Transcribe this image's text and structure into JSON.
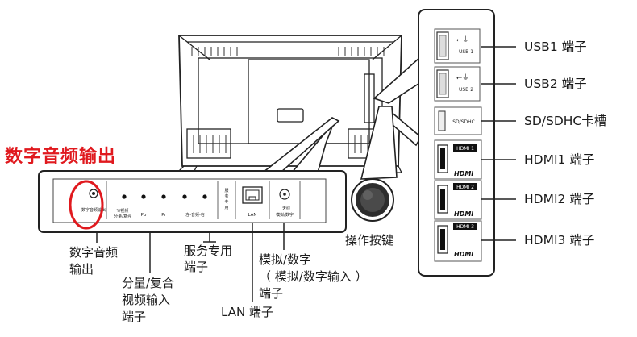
{
  "headline": "数字音频输出",
  "side_ports": [
    {
      "name": "USB1 端子",
      "port_text": "USB 1",
      "type": "usb"
    },
    {
      "name": "USB2 端子",
      "port_text": "USB 2",
      "type": "usb"
    },
    {
      "name": "SD/SDHC卡槽",
      "port_text": "SD/SDHC",
      "type": "sd"
    },
    {
      "name": "HDMI1 端子",
      "port_text": "HDMI 1",
      "type": "hdmi"
    },
    {
      "name": "HDMI2 端子",
      "port_text": "HDMI 2",
      "type": "hdmi"
    },
    {
      "name": "HDMI3 端子",
      "port_text": "HDMI 3",
      "type": "hdmi"
    }
  ],
  "bottom_labels": {
    "digital_audio": [
      "数字音频",
      "输出"
    ],
    "component": [
      "分量/复合",
      "视频输入",
      "端子"
    ],
    "service": [
      "服务专用",
      "端子"
    ],
    "lan": "LAN 端子",
    "analog_digital": [
      "模拟/数字",
      "（ 模拟/数字输入 ）",
      "端子"
    ],
    "operation": "操作按键"
  },
  "panel_text": {
    "digital_out": "数字音频输出",
    "component_line1": "Y/视频",
    "component_line2": "分量/复合",
    "pb": "Pb",
    "pr": "Pr",
    "audio": "左-音频-右",
    "service_vertical": "服务专用",
    "lan": "LAN",
    "antenna": "天线",
    "antenna_sub": "模拟/数字"
  },
  "hdmi_logo": "HDMI"
}
